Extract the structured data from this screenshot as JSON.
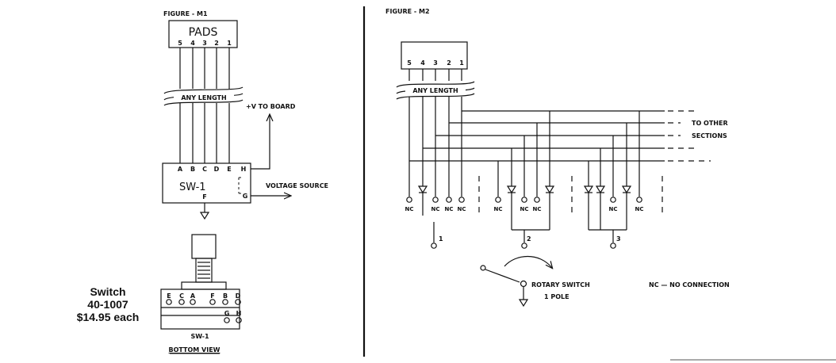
{
  "left_figure": {
    "title": "FIGURE - M1",
    "pads_label": "PADS",
    "pin_numbers": [
      "5",
      "4",
      "3",
      "2",
      "1"
    ],
    "any_length": "ANY LENGTH",
    "v_to_board": "+V TO BOARD",
    "switch_name": "SW-1",
    "terminals": [
      "A",
      "B",
      "C",
      "D",
      "E"
    ],
    "h_label": "H",
    "g_label": "G",
    "f_label": "F",
    "voltage_source": "VOLTAGE SOURCE",
    "bottom_terminals": [
      "E",
      "C",
      "A",
      "F",
      "B",
      "D"
    ],
    "bottom_terminals_lower": [
      "G",
      "H"
    ],
    "bottom_switch_label": "SW-1",
    "bottom_view": "BOTTOM VIEW"
  },
  "price_tag": {
    "line1": "Switch",
    "line2": "40-1007",
    "line3": "$14.95 each"
  },
  "right_figure": {
    "title": "FIGURE - M2",
    "pin_numbers": [
      "5",
      "4",
      "3",
      "2",
      "1"
    ],
    "any_length": "ANY LENGTH",
    "to_other": "TO OTHER",
    "sections": "SECTIONS",
    "nc": "NC",
    "section_numbers": [
      "1",
      "2",
      "3"
    ],
    "rotary_switch": "ROTARY SWITCH",
    "one_pole": "1 POLE",
    "nc_legend": "NC — NO CONNECTION"
  }
}
